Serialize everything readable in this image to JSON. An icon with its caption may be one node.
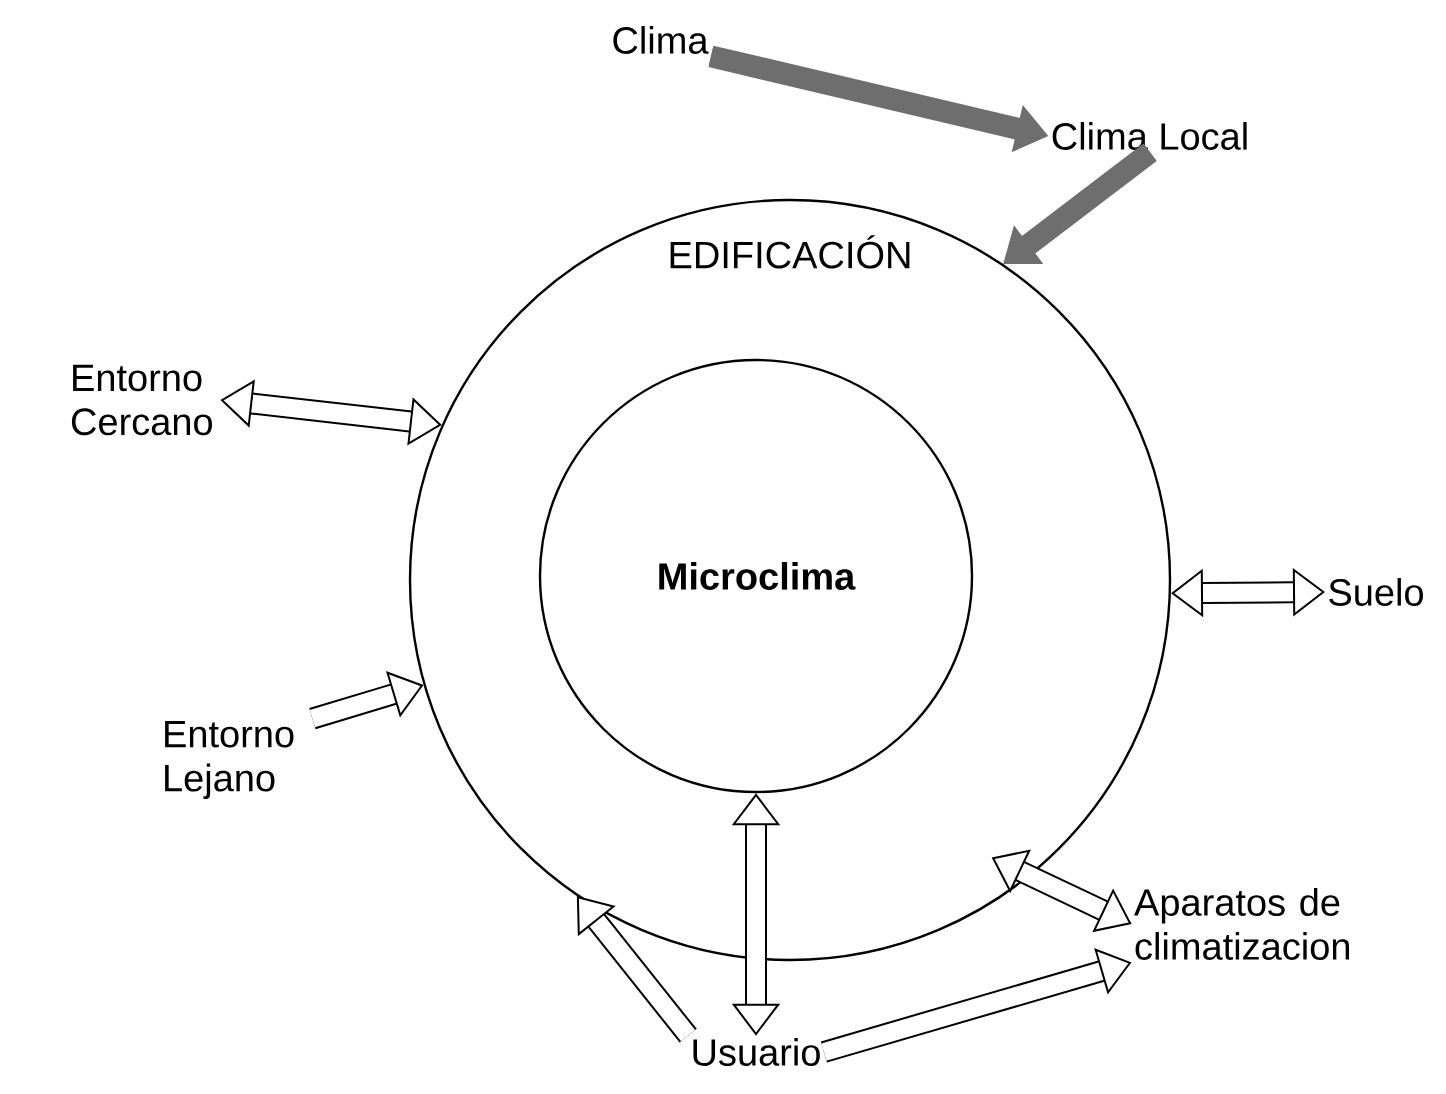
{
  "diagram": {
    "nodes": [
      {
        "text": [
          "EDIFICACIÓN"
        ]
      },
      {
        "text": [
          "Microclima"
        ],
        "in": 0
      },
      {
        "text": [
          "Clima"
        ]
      },
      {
        "text": [
          "Clima Local"
        ]
      },
      {
        "text": [
          "Entorno Cercano"
        ]
      },
      {
        "text": [
          "Suelo"
        ]
      },
      {
        "text": [
          "Entorno Lejano"
        ]
      },
      {
        "text": [
          "Aparatos de climatizacion"
        ]
      },
      {
        "text": [
          "Usuario"
        ]
      }
    ],
    "edges": [
      {
        "from": 2,
        "to": 3,
        "arrow": "to",
        "color": "#6e6e6e"
      },
      {
        "from": 3,
        "to": 0,
        "arrow": "to",
        "color": "#6e6e6e"
      },
      {
        "from": 4,
        "to": 0,
        "arrow": "both"
      },
      {
        "from": 0,
        "to": 5,
        "arrow": "both"
      },
      {
        "from": 6,
        "to": 0,
        "arrow": "to"
      },
      {
        "from": 8,
        "to": 0,
        "arrow": "to"
      },
      {
        "from": 1,
        "to": 8,
        "arrow": "both"
      },
      {
        "from": 0,
        "to": 7,
        "arrow": "both"
      },
      {
        "from": 8,
        "to": 7,
        "arrow": "to"
      }
    ]
  }
}
